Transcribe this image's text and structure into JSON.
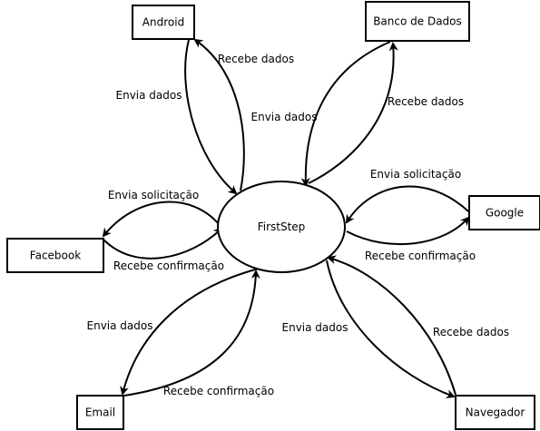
{
  "diagram": {
    "center": {
      "label": "FirstStep"
    },
    "nodes": {
      "android": "Android",
      "banco": "Banco de Dados",
      "google": "Google",
      "facebook": "Facebook",
      "email": "Email",
      "navegador": "Navegador"
    },
    "edges": {
      "android_envia": "Envia dados",
      "android_recebe": "Recebe dados",
      "banco_envia": "Envia dados",
      "banco_recebe": "Recebe dados",
      "google_envia": "Envia solicitação",
      "google_recebe": "Recebe confirmação",
      "facebook_envia": "Envia solicitação",
      "facebook_recebe": "Recebe confirmação",
      "email_envia": "Envia dados",
      "email_recebe": "Recebe confirmação",
      "navegador_envia": "Envia dados",
      "navegador_recebe": "Recebe dados"
    }
  }
}
